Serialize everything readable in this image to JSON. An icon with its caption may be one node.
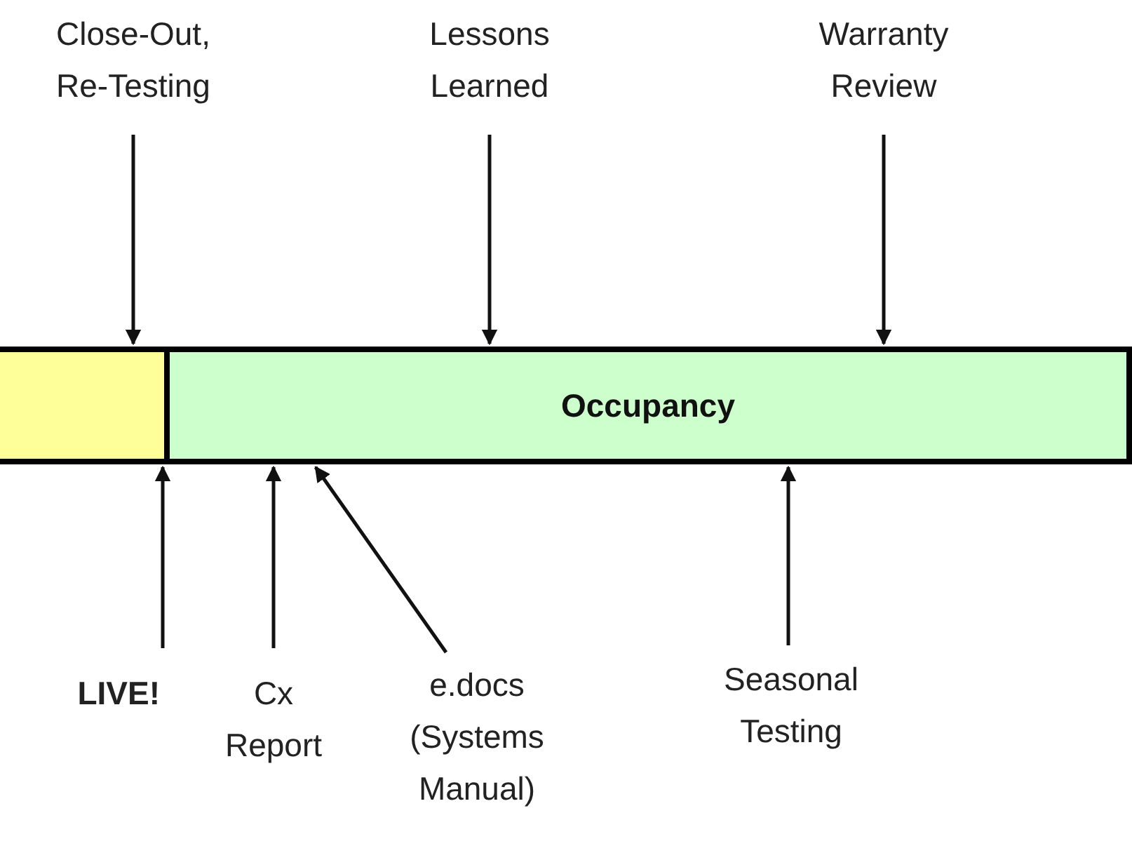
{
  "diagram": {
    "nodes": [
      {
        "text": [],
        "shape": "bar"
      },
      {
        "text": [
          "Occupancy"
        ]
      },
      {
        "text": [
          "Close-Out, Re-Testing"
        ]
      },
      {
        "text": [
          "Lessons Learned"
        ]
      },
      {
        "text": [
          "Warranty Review"
        ]
      },
      {
        "text": [
          "LIVE!"
        ]
      },
      {
        "text": [
          "Cx Report"
        ]
      },
      {
        "text": [
          "e.docs (Systems Manual)"
        ]
      },
      {
        "text": [
          "Seasonal Testing"
        ]
      }
    ],
    "edges": [
      {
        "from": 2,
        "to": 0,
        "arrow": "to"
      },
      {
        "from": 3,
        "to": 1,
        "arrow": "to"
      },
      {
        "from": 4,
        "to": 1,
        "arrow": "to"
      },
      {
        "from": 5,
        "to": 1,
        "arrow": "to"
      },
      {
        "from": 6,
        "to": 1,
        "arrow": "to"
      },
      {
        "from": 7,
        "to": 1,
        "arrow": "to"
      },
      {
        "from": 8,
        "to": 1,
        "arrow": "to"
      }
    ]
  }
}
